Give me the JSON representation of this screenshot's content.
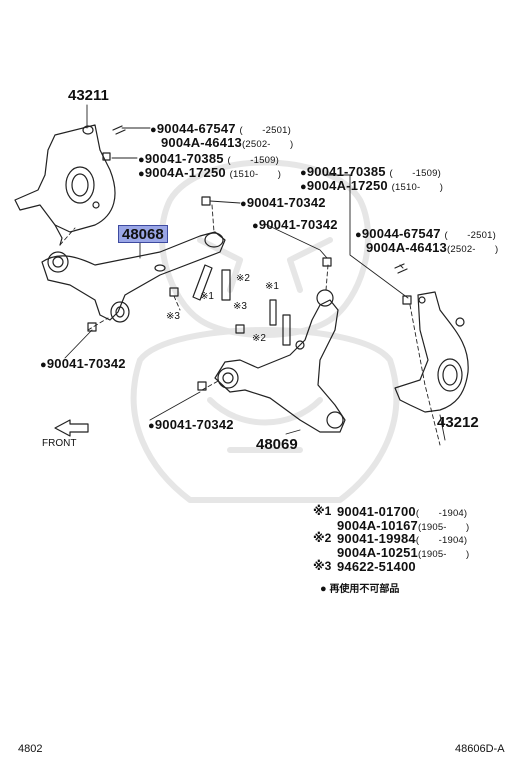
{
  "labels": {
    "knuckle_left": "43211",
    "knuckle_right": "43212",
    "arm_upper": "48068",
    "arm_lower": "48069",
    "front": "FRONT",
    "page_left": "4802",
    "page_right": "48606D-A"
  },
  "callouts": {
    "c1_pn1": "90044-67547",
    "c1_rng1": "(　　-2501)",
    "c1_pn2": "9004A-46413",
    "c1_rng2": "(2502-　　)",
    "c2_pn1": "90041-70385",
    "c2_rng1": "(　　-1509)",
    "c2_pn2": "9004A-17250",
    "c2_rng2": "(1510-　　)",
    "c3_pn1": "90041-70385",
    "c3_rng1": "(　　-1509)",
    "c3_pn2": "9004A-17250",
    "c3_rng2": "(1510-　　)",
    "c4_pn": "90041-70342",
    "c5_pn": "90041-70342",
    "c6_pn1": "90044-67547",
    "c6_rng1": "(　　-2501)",
    "c6_pn2": "9004A-46413",
    "c6_rng2": "(2502-　　)",
    "c7_pn": "90041-70342",
    "c8_pn": "90041-70342"
  },
  "marks": {
    "m1a": "※1",
    "m1b": "※1",
    "m2a": "※2",
    "m2b": "※2",
    "m3a": "※3",
    "m3b": "※3"
  },
  "legend": {
    "r1_mark": "※1",
    "r1_pn1": "90041-01700",
    "r1_rng1": "(　　-1904)",
    "r1_pn2": "9004A-10167",
    "r1_rng2": "(1905-　　)",
    "r2_mark": "※2",
    "r2_pn1": "90041-19984",
    "r2_rng1": "(　　-1904)",
    "r2_pn2": "9004A-10251",
    "r2_rng2": "(1905-　　)",
    "r3_mark": "※3",
    "r3_pn": "94622-51400",
    "note": "再使用不可部品"
  }
}
